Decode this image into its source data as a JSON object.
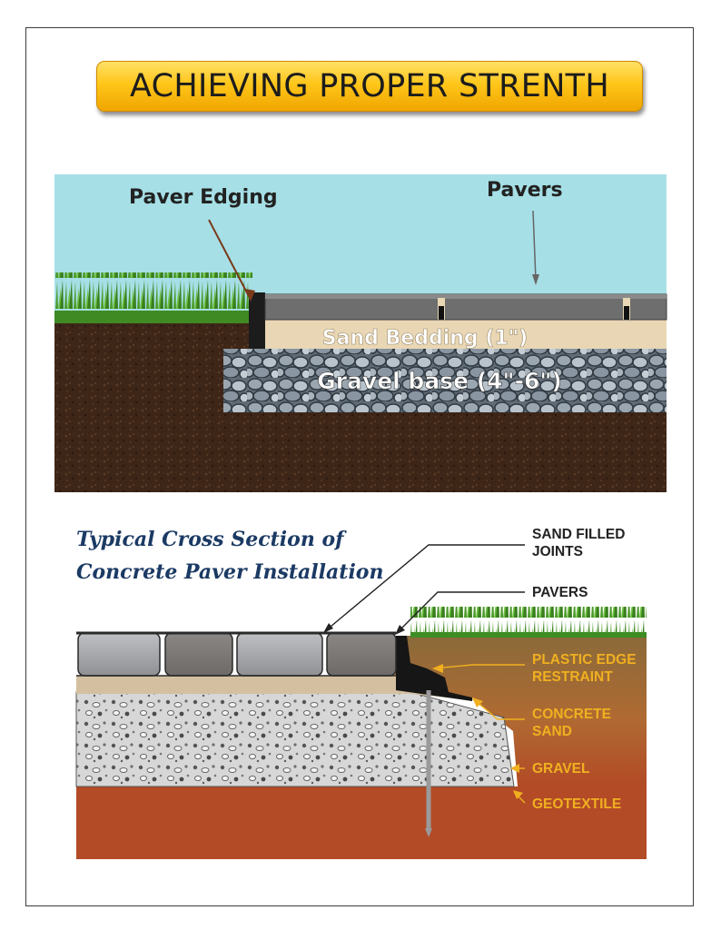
{
  "title": "ACHIEVING PROPER STRENTH",
  "diagram1": {
    "labels": {
      "edging": "Paver Edging",
      "pavers": "Pavers",
      "sand": "Sand Bedding (1\")",
      "gravel": "Gravel base (4\"-6\")"
    }
  },
  "diagram2": {
    "title_line1": "Typical Cross Section of",
    "title_line2": "Concrete Paver Installation",
    "callouts": {
      "joints1": "SAND FILLED",
      "joints2": "JOINTS",
      "pavers": "PAVERS",
      "edge1": "PLASTIC EDGE",
      "edge2": "RESTRAINT",
      "sand1": "CONCRETE",
      "sand2": "SAND",
      "gravel": "GRAVEL",
      "geotextile": "GEOTEXTILE"
    }
  },
  "colors": {
    "sky": "#a6dfe6",
    "soil": "#3d2618",
    "sand": "#e8d6b4",
    "callout_orange": "#f0b020",
    "title_blue": "#1b3a64"
  }
}
